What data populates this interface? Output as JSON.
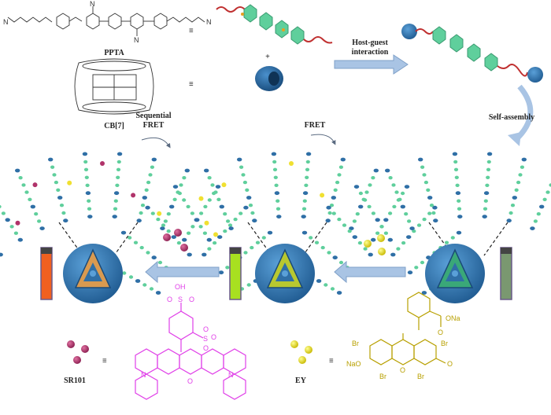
{
  "labels": {
    "ppta": "PPTA",
    "cb7": "CB[7]",
    "equiv": "≡",
    "plus": "+",
    "host_guest_line1": "Host-guest",
    "host_guest_line2": "interaction",
    "self_assembly": "Self-assembly",
    "fret": "FRET",
    "seq_fret_line1": "Sequential",
    "seq_fret_line2": "FRET",
    "sr101": "SR101",
    "ey": "EY"
  },
  "chem_text": {
    "ppta_n_left": "N",
    "ppta_n_right": "N",
    "ppta_cn_top": "N",
    "ppta_cn_bottom": "N",
    "sr101_oh": "OH",
    "sr101_s_top": "S",
    "sr101_o1": "O",
    "sr101_o2": "O",
    "sr101_s_mid": "S",
    "sr101_o_minus": "O",
    "sr101_o3": "O",
    "sr101_o4": "O",
    "sr101_n_left": "N",
    "sr101_o_ring": "O",
    "sr101_n_right": "N",
    "ey_ona": "ONa",
    "ey_o": "O",
    "ey_br1": "Br",
    "ey_br2": "Br",
    "ey_br3": "Br",
    "ey_br4": "Br",
    "ey_nao": "NaO",
    "ey_o_ring": "O",
    "ey_o_keto": "O"
  },
  "colors": {
    "arrow": "#a9c4e4",
    "monomer": "#5fcf9c",
    "cb7": "#2f6fa6",
    "sr101_dot": "#b0336a",
    "ey_dot": "#f0e030",
    "sr101_struct": "#e040e8",
    "ey_struct": "#b8a000",
    "vial_green": "#7a9870",
    "vial_yellow": "#a8e020",
    "vial_orange": "#f06020"
  }
}
